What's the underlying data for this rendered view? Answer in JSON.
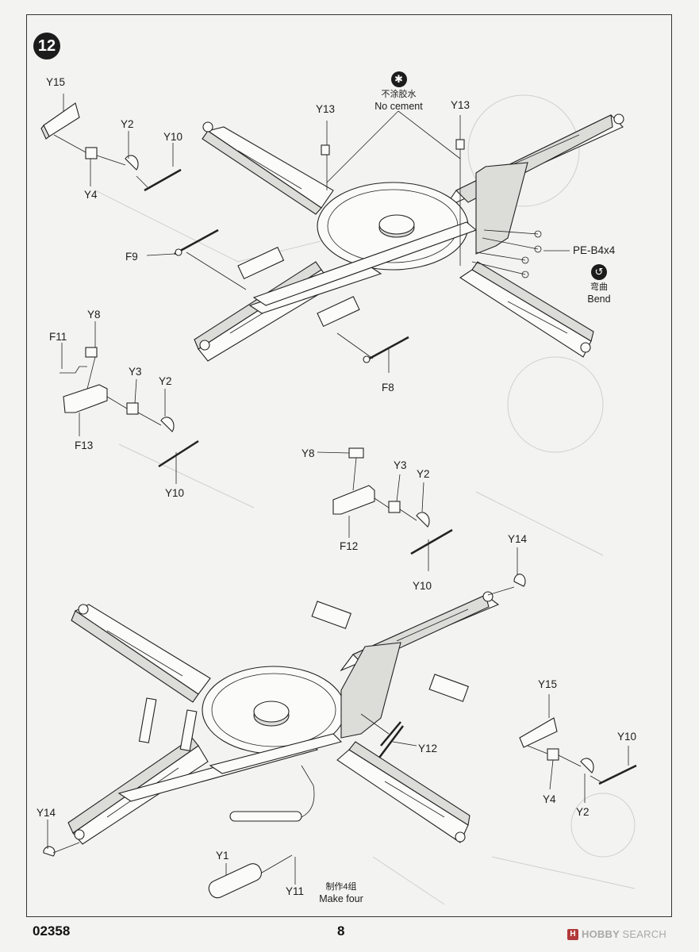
{
  "step": {
    "number": "12"
  },
  "notes": {
    "no_cement_cn": "不涂胶水",
    "no_cement_en": "No cement",
    "bend_cn": "弯曲",
    "bend_en": "Bend",
    "make_four_cn": "制作4组",
    "make_four_en": "Make four"
  },
  "labels": {
    "y15_a": "Y15",
    "y2_a": "Y2",
    "y10_a": "Y10",
    "y4_a": "Y4",
    "y13_a": "Y13",
    "y13_b": "Y13",
    "pe": "PE-B4x4",
    "f9": "F9",
    "y8_a": "Y8",
    "f11": "F11",
    "y3_a": "Y3",
    "y2_b": "Y2",
    "f8": "F8",
    "f13": "F13",
    "y10_b": "Y10",
    "y8_b": "Y8",
    "y3_b": "Y3",
    "y2_c": "Y2",
    "f12": "F12",
    "y10_c": "Y10",
    "y14_a": "Y14",
    "y12": "Y12",
    "y15_b": "Y15",
    "y10_d": "Y10",
    "y4_b": "Y4",
    "y2_d": "Y2",
    "y14_b": "Y14",
    "y1": "Y1",
    "y11": "Y11"
  },
  "footer": {
    "code": "02358",
    "page": "8"
  },
  "watermark": {
    "mark": "H",
    "text_a": "HOBBY",
    "text_b": "SEARCH"
  },
  "icons": {
    "no_cement": "no-cement-icon",
    "bend": "bend-icon",
    "step_badge": "step-number-badge"
  }
}
